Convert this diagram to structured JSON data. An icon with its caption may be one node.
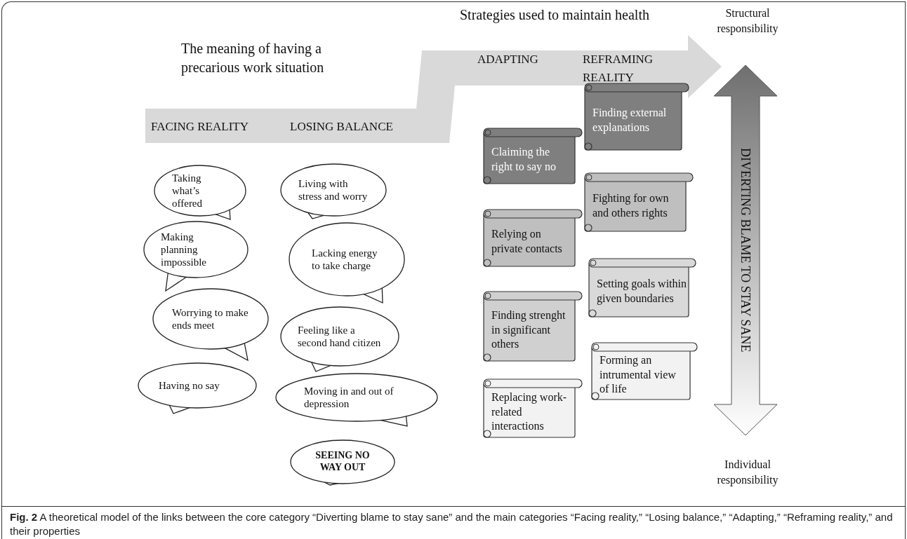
{
  "diagram": {
    "nodes": [
      {
        "text": [
          "FACING REALITY",
          "LOSING BALANCE",
          "ADAPTING",
          "REFRAMING REALITY"
        ]
      },
      {
        "text": [
          "Taking what’s offered"
        ]
      },
      {
        "text": [
          "Making planning impossible"
        ]
      },
      {
        "text": [
          "Worrying to make ends meet"
        ]
      },
      {
        "text": [
          "Having no say"
        ]
      },
      {
        "text": [
          "Living with stress and worry"
        ]
      },
      {
        "text": [
          "Lacking energy to take charge"
        ]
      },
      {
        "text": [
          "Feeling like a second hand citizen"
        ]
      },
      {
        "text": [
          "Moving in and out of depression"
        ]
      },
      {
        "text": [
          "SEEING NO WAY OUT"
        ]
      },
      {
        "text": [
          "Claiming the right to say no"
        ]
      },
      {
        "text": [
          "Relying on private contacts"
        ]
      },
      {
        "text": [
          "Finding strenght in significant others"
        ]
      },
      {
        "text": [
          "Replacing work-related interactions"
        ]
      },
      {
        "text": [
          "Finding external explanations"
        ]
      },
      {
        "text": [
          "Fighting for own and others rights"
        ]
      },
      {
        "text": [
          "Setting goals within given boundaries"
        ]
      },
      {
        "text": [
          "Forming an intrumental view of life"
        ]
      },
      {
        "text": [
          "DIVERTING BLAME TO STAY SANE"
        ]
      }
    ],
    "labels": [
      "Strategies used to maintain health",
      "Structural responsibility",
      "The meaning of having a precarious work situation",
      "Individual responsibility"
    ],
    "caption": "**Fig. 2** A theoretical model of the links between the core category “Diverting blame to stay sane” and the main categories “Facing reality,” “Losing balance,” “Adapting,” “Reframing reality,” and their properties"
  }
}
